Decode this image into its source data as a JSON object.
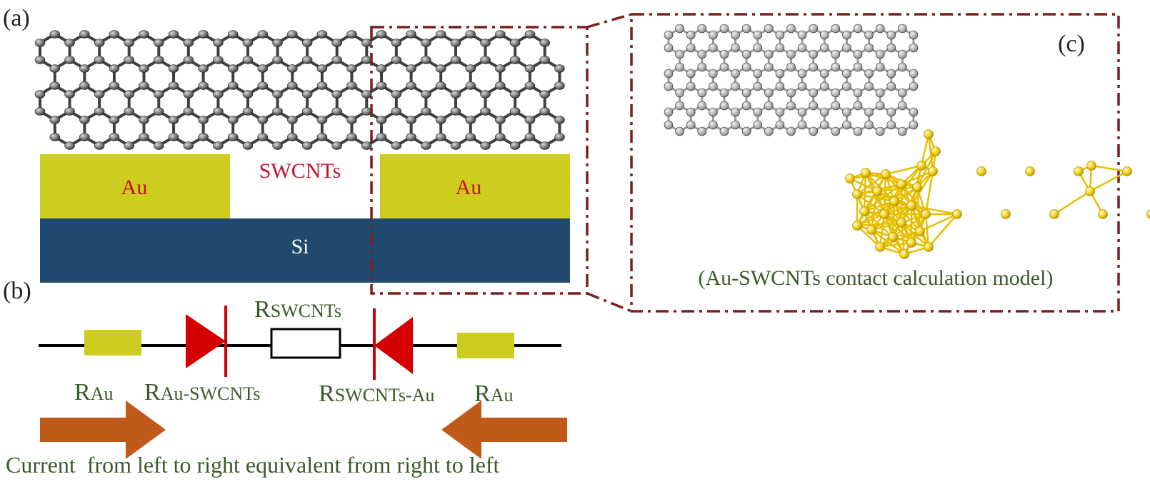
{
  "panels": {
    "a": "(a)",
    "b": "(b)",
    "c": "(c)"
  },
  "device": {
    "left_electrode": "Au",
    "right_electrode": "Au",
    "channel": "SWCNTs",
    "substrate": "Si"
  },
  "circuit": {
    "r_channel": {
      "main": "R",
      "sub": "SWCNTs"
    },
    "r_left": {
      "main": "R",
      "sub": "Au"
    },
    "r_contact_left": {
      "main": "R",
      "sub": "Au-SWCNTs"
    },
    "r_contact_right": {
      "main": "R",
      "sub": "SWCNTs-Au"
    },
    "r_right": {
      "main": "R",
      "sub": "Au"
    }
  },
  "caption": "Current  from left to right equivalent from right to left",
  "model": {
    "caption": "(Au-SWCNTs contact calculation model)"
  },
  "colors": {
    "gold": "#cdcd1f",
    "silicon": "#1f4a6e",
    "text_red": "#c8102e",
    "frame": "#7a1f1f",
    "diode": "#d40000",
    "arrow": "#c05a18",
    "text_green": "#3b5a2a",
    "carbon": "#6e6e6e",
    "atom_gold": "#f5d31a"
  },
  "icons": {
    "arrow_right": "arrow-right-icon",
    "arrow_left": "arrow-left-icon",
    "diode": "diode-icon"
  }
}
